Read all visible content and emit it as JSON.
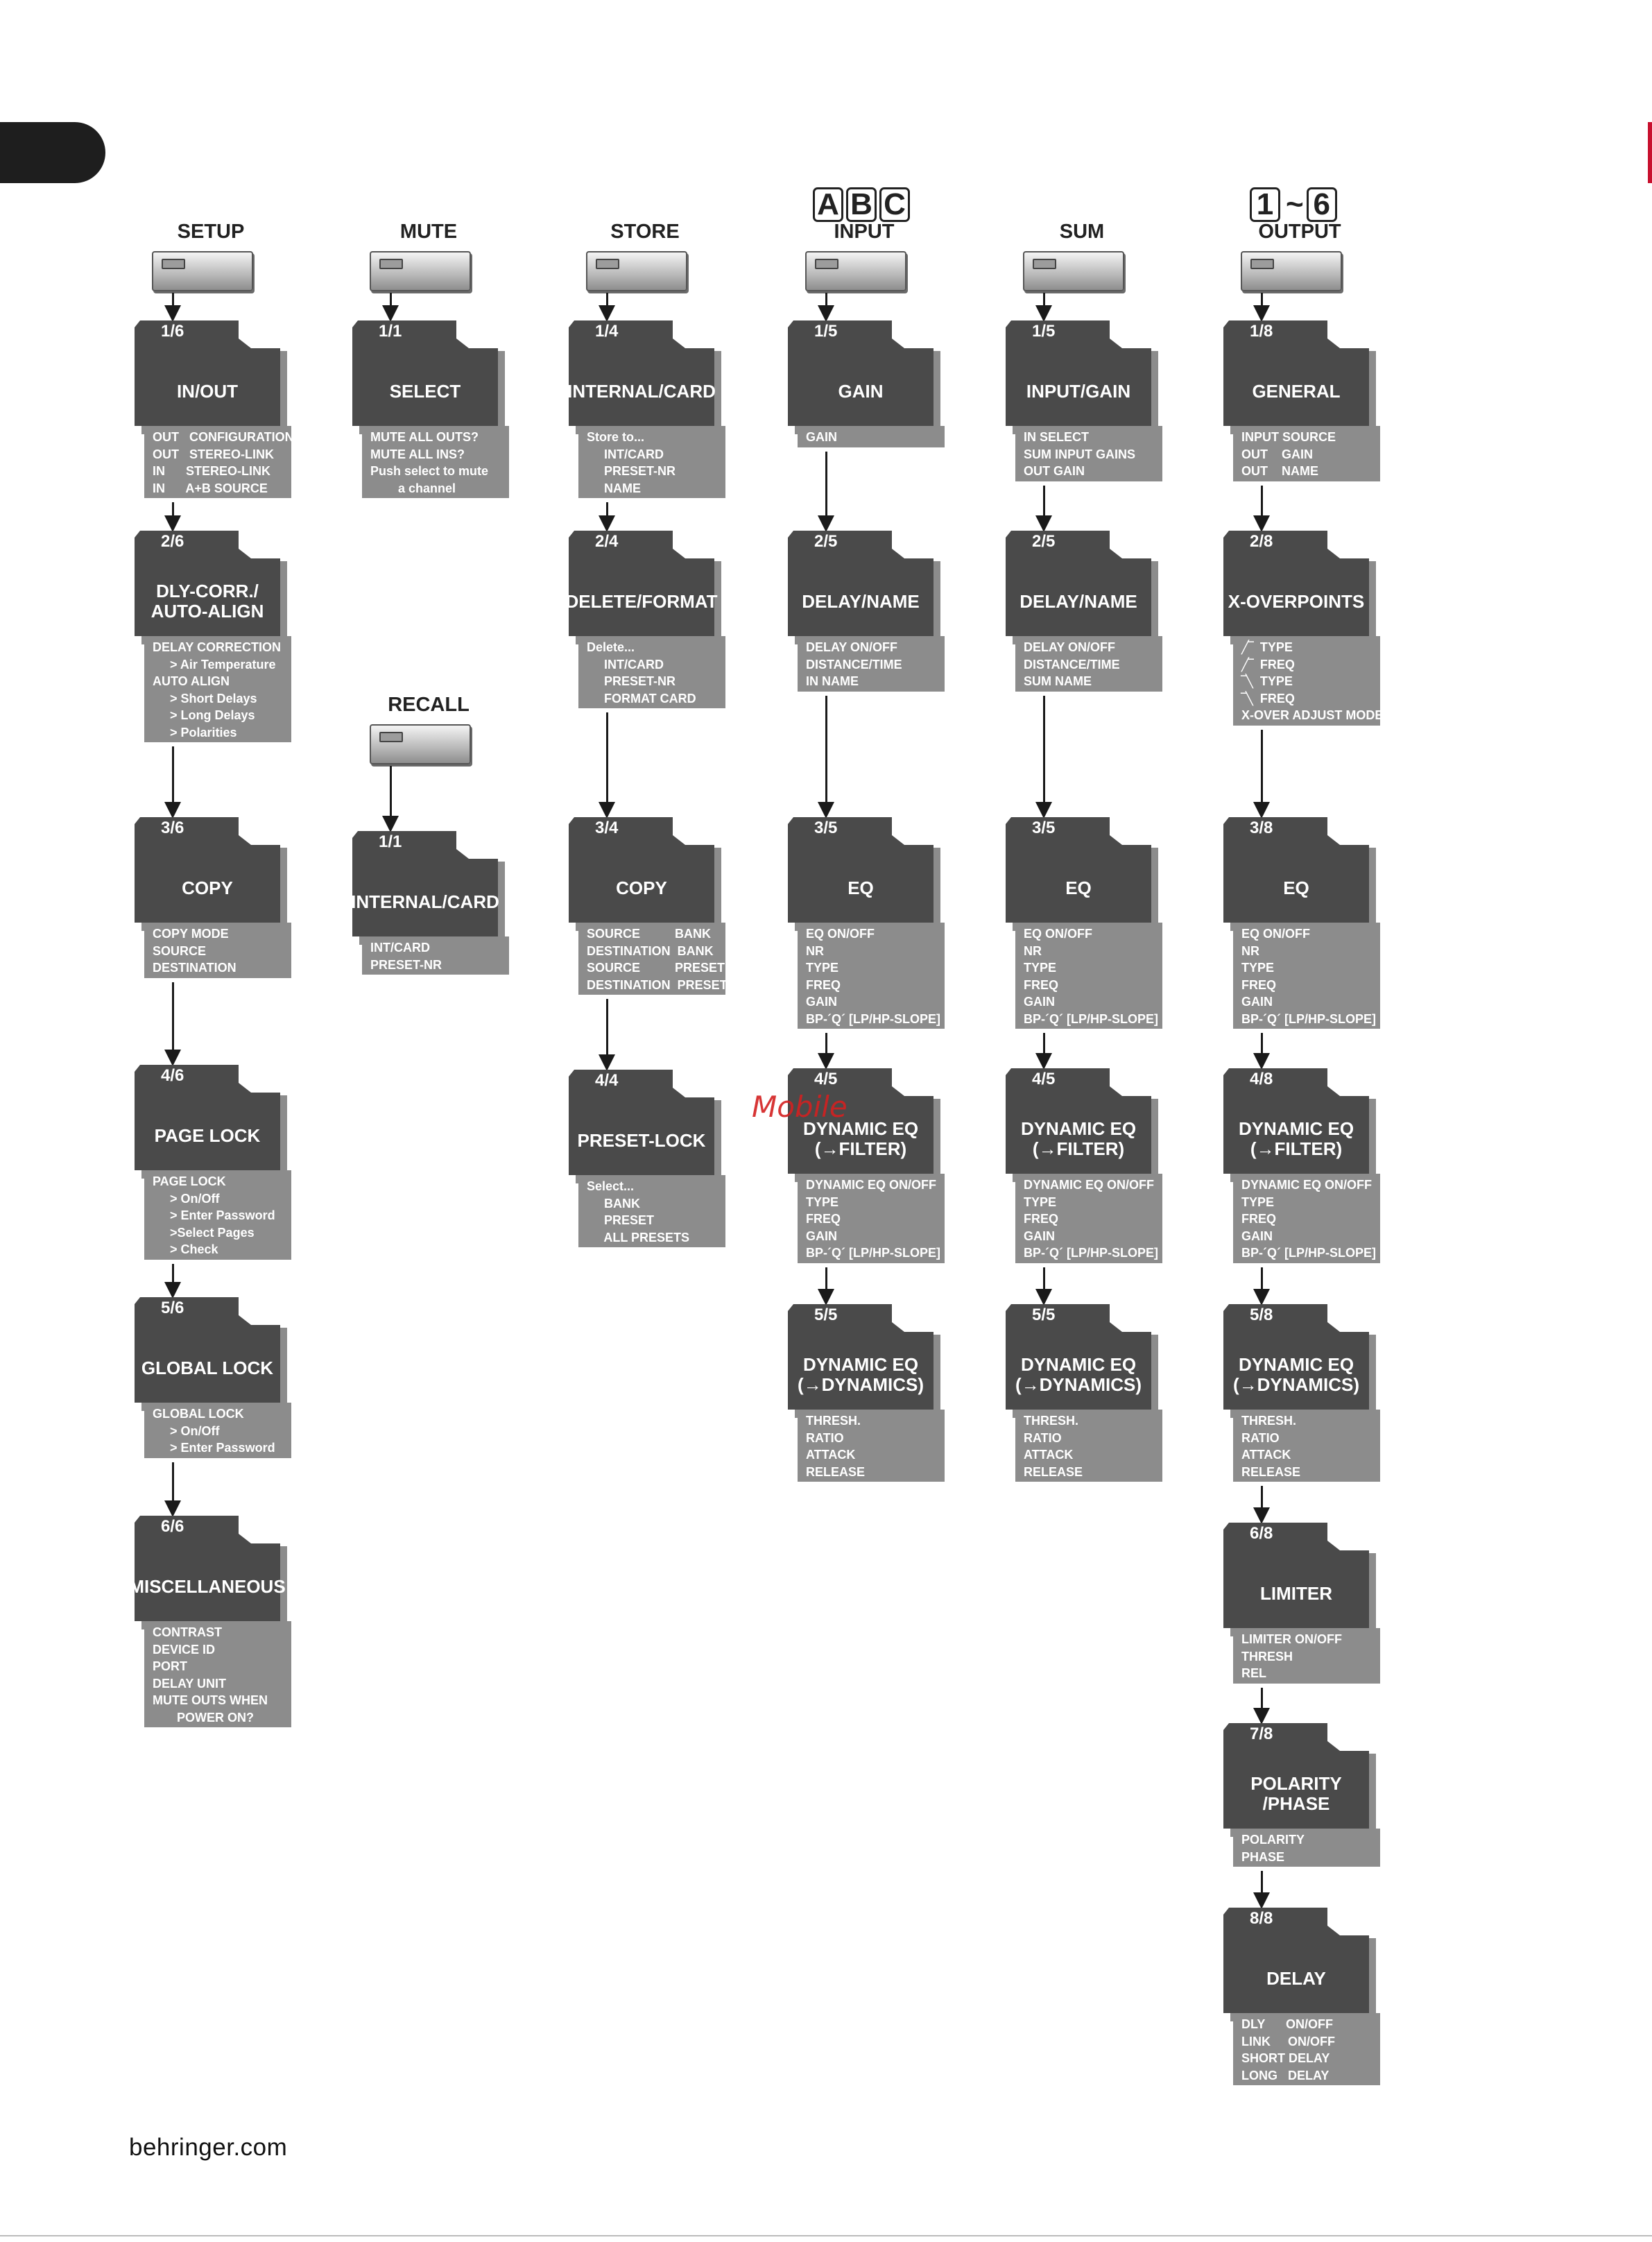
{
  "footer": "behringer.com",
  "watermark": "Mobile",
  "badges": {
    "input": [
      "A",
      "B",
      "C"
    ],
    "output": [
      "1",
      "~",
      "6"
    ]
  },
  "columns": [
    {
      "id": "setup",
      "label": "SETUP",
      "menus": [
        {
          "num": "1/6",
          "title": "IN/OUT",
          "params": [
            "OUT   CONFIGURATION",
            "OUT   STEREO-LINK",
            "IN      STEREO-LINK",
            "IN      A+B SOURCE"
          ]
        },
        {
          "num": "2/6",
          "title": "DLY-CORR./\nAUTO-ALIGN",
          "params": [
            "DELAY CORRECTION",
            "     > Air Temperature",
            "AUTO ALIGN",
            "     > Short Delays",
            "     > Long Delays",
            "     > Polarities"
          ]
        },
        {
          "num": "3/6",
          "title": "COPY",
          "params": [
            "COPY MODE",
            "SOURCE",
            "DESTINATION"
          ]
        },
        {
          "num": "4/6",
          "title": "PAGE LOCK",
          "params": [
            "PAGE LOCK",
            "     > On/Off",
            "     > Enter Password",
            "     >Select Pages",
            "     > Check"
          ]
        },
        {
          "num": "5/6",
          "title": "GLOBAL LOCK",
          "params": [
            "GLOBAL LOCK",
            "     > On/Off",
            "     > Enter Password"
          ]
        },
        {
          "num": "6/6",
          "title": "MISCELLANEOUS",
          "params": [
            "CONTRAST",
            "DEVICE ID",
            "PORT",
            "DELAY UNIT",
            "MUTE OUTS WHEN",
            "       POWER ON?"
          ]
        }
      ]
    },
    {
      "id": "mute",
      "label": "MUTE",
      "menus": [
        {
          "num": "1/1",
          "title": "SELECT",
          "params": [
            "MUTE ALL OUTS?",
            "MUTE ALL INS?",
            "Push select to mute",
            "        a channel"
          ]
        }
      ]
    },
    {
      "id": "recall",
      "label": "RECALL",
      "menus": [
        {
          "num": "1/1",
          "title": "INTERNAL/CARD",
          "params": [
            "INT/CARD",
            "PRESET-NR"
          ]
        }
      ]
    },
    {
      "id": "store",
      "label": "STORE",
      "menus": [
        {
          "num": "1/4",
          "title": "INTERNAL/CARD",
          "params": [
            "Store to...",
            "     INT/CARD",
            "     PRESET-NR",
            "     NAME"
          ]
        },
        {
          "num": "2/4",
          "title": "DELETE/FORMAT",
          "params": [
            "Delete...",
            "     INT/CARD",
            "     PRESET-NR",
            "     FORMAT CARD"
          ]
        },
        {
          "num": "3/4",
          "title": "COPY",
          "params": [
            "SOURCE          BANK",
            "DESTINATION  BANK",
            "SOURCE          PRESET",
            "DESTINATION  PRESET"
          ]
        },
        {
          "num": "4/4",
          "title": "PRESET-LOCK",
          "params": [
            "Select...",
            "     BANK",
            "     PRESET",
            "     ALL PRESETS"
          ]
        }
      ]
    },
    {
      "id": "input",
      "label": "INPUT",
      "menus": [
        {
          "num": "1/5",
          "title": "GAIN",
          "params": [
            "GAIN"
          ]
        },
        {
          "num": "2/5",
          "title": "DELAY/NAME",
          "params": [
            "DELAY ON/OFF",
            "DISTANCE/TIME",
            "IN NAME"
          ]
        },
        {
          "num": "3/5",
          "title": "EQ",
          "params": [
            "EQ ON/OFF",
            "NR",
            "TYPE",
            "FREQ",
            "GAIN",
            "BP-´Q´ [LP/HP-SLOPE]"
          ]
        },
        {
          "num": "4/5",
          "title": "DYNAMIC EQ\n(→FILTER)",
          "params": [
            "DYNAMIC EQ ON/OFF",
            "TYPE",
            "FREQ",
            "GAIN",
            "BP-´Q´ [LP/HP-SLOPE]"
          ]
        },
        {
          "num": "5/5",
          "title": "DYNAMIC EQ\n(→DYNAMICS)",
          "params": [
            "THRESH.",
            "RATIO",
            "ATTACK",
            "RELEASE"
          ]
        }
      ]
    },
    {
      "id": "sum",
      "label": "SUM",
      "menus": [
        {
          "num": "1/5",
          "title": "INPUT/GAIN",
          "params": [
            "IN SELECT",
            "SUM INPUT GAINS",
            "OUT GAIN"
          ]
        },
        {
          "num": "2/5",
          "title": "DELAY/NAME",
          "params": [
            "DELAY ON/OFF",
            "DISTANCE/TIME",
            "SUM NAME"
          ]
        },
        {
          "num": "3/5",
          "title": "EQ",
          "params": [
            "EQ ON/OFF",
            "NR",
            "TYPE",
            "FREQ",
            "GAIN",
            "BP-´Q´ [LP/HP-SLOPE]"
          ]
        },
        {
          "num": "4/5",
          "title": "DYNAMIC EQ\n(→FILTER)",
          "params": [
            "DYNAMIC EQ ON/OFF",
            "TYPE",
            "FREQ",
            "GAIN",
            "BP-´Q´ [LP/HP-SLOPE]"
          ]
        },
        {
          "num": "5/5",
          "title": "DYNAMIC EQ\n(→DYNAMICS)",
          "params": [
            "THRESH.",
            "RATIO",
            "ATTACK",
            "RELEASE"
          ]
        }
      ]
    },
    {
      "id": "output",
      "label": "OUTPUT",
      "menus": [
        {
          "num": "1/8",
          "title": "GENERAL",
          "params": [
            "INPUT SOURCE",
            "OUT    GAIN",
            "OUT    NAME"
          ]
        },
        {
          "num": "2/8",
          "title": "X-OVERPOINTS",
          "params": [
            "╱‾  TYPE",
            "╱‾  FREQ",
            "‾╲  TYPE",
            "‾╲  FREQ",
            "X-OVER ADJUST MODE"
          ]
        },
        {
          "num": "3/8",
          "title": "EQ",
          "params": [
            "EQ ON/OFF",
            "NR",
            "TYPE",
            "FREQ",
            "GAIN",
            "BP-´Q´ [LP/HP-SLOPE]"
          ]
        },
        {
          "num": "4/8",
          "title": "DYNAMIC EQ\n(→FILTER)",
          "params": [
            "DYNAMIC EQ ON/OFF",
            "TYPE",
            "FREQ",
            "GAIN",
            "BP-´Q´ [LP/HP-SLOPE]"
          ]
        },
        {
          "num": "5/8",
          "title": "DYNAMIC EQ\n(→DYNAMICS)",
          "params": [
            "THRESH.",
            "RATIO",
            "ATTACK",
            "RELEASE"
          ]
        },
        {
          "num": "6/8",
          "title": "LIMITER",
          "params": [
            "LIMITER ON/OFF",
            "THRESH",
            "REL"
          ]
        },
        {
          "num": "7/8",
          "title": "POLARITY\n/PHASE",
          "params": [
            "POLARITY",
            "PHASE"
          ]
        },
        {
          "num": "8/8",
          "title": "DELAY",
          "params": [
            "DLY      ON/OFF",
            "LINK     ON/OFF",
            "SHORT DELAY",
            "LONG   DELAY"
          ]
        }
      ]
    }
  ]
}
